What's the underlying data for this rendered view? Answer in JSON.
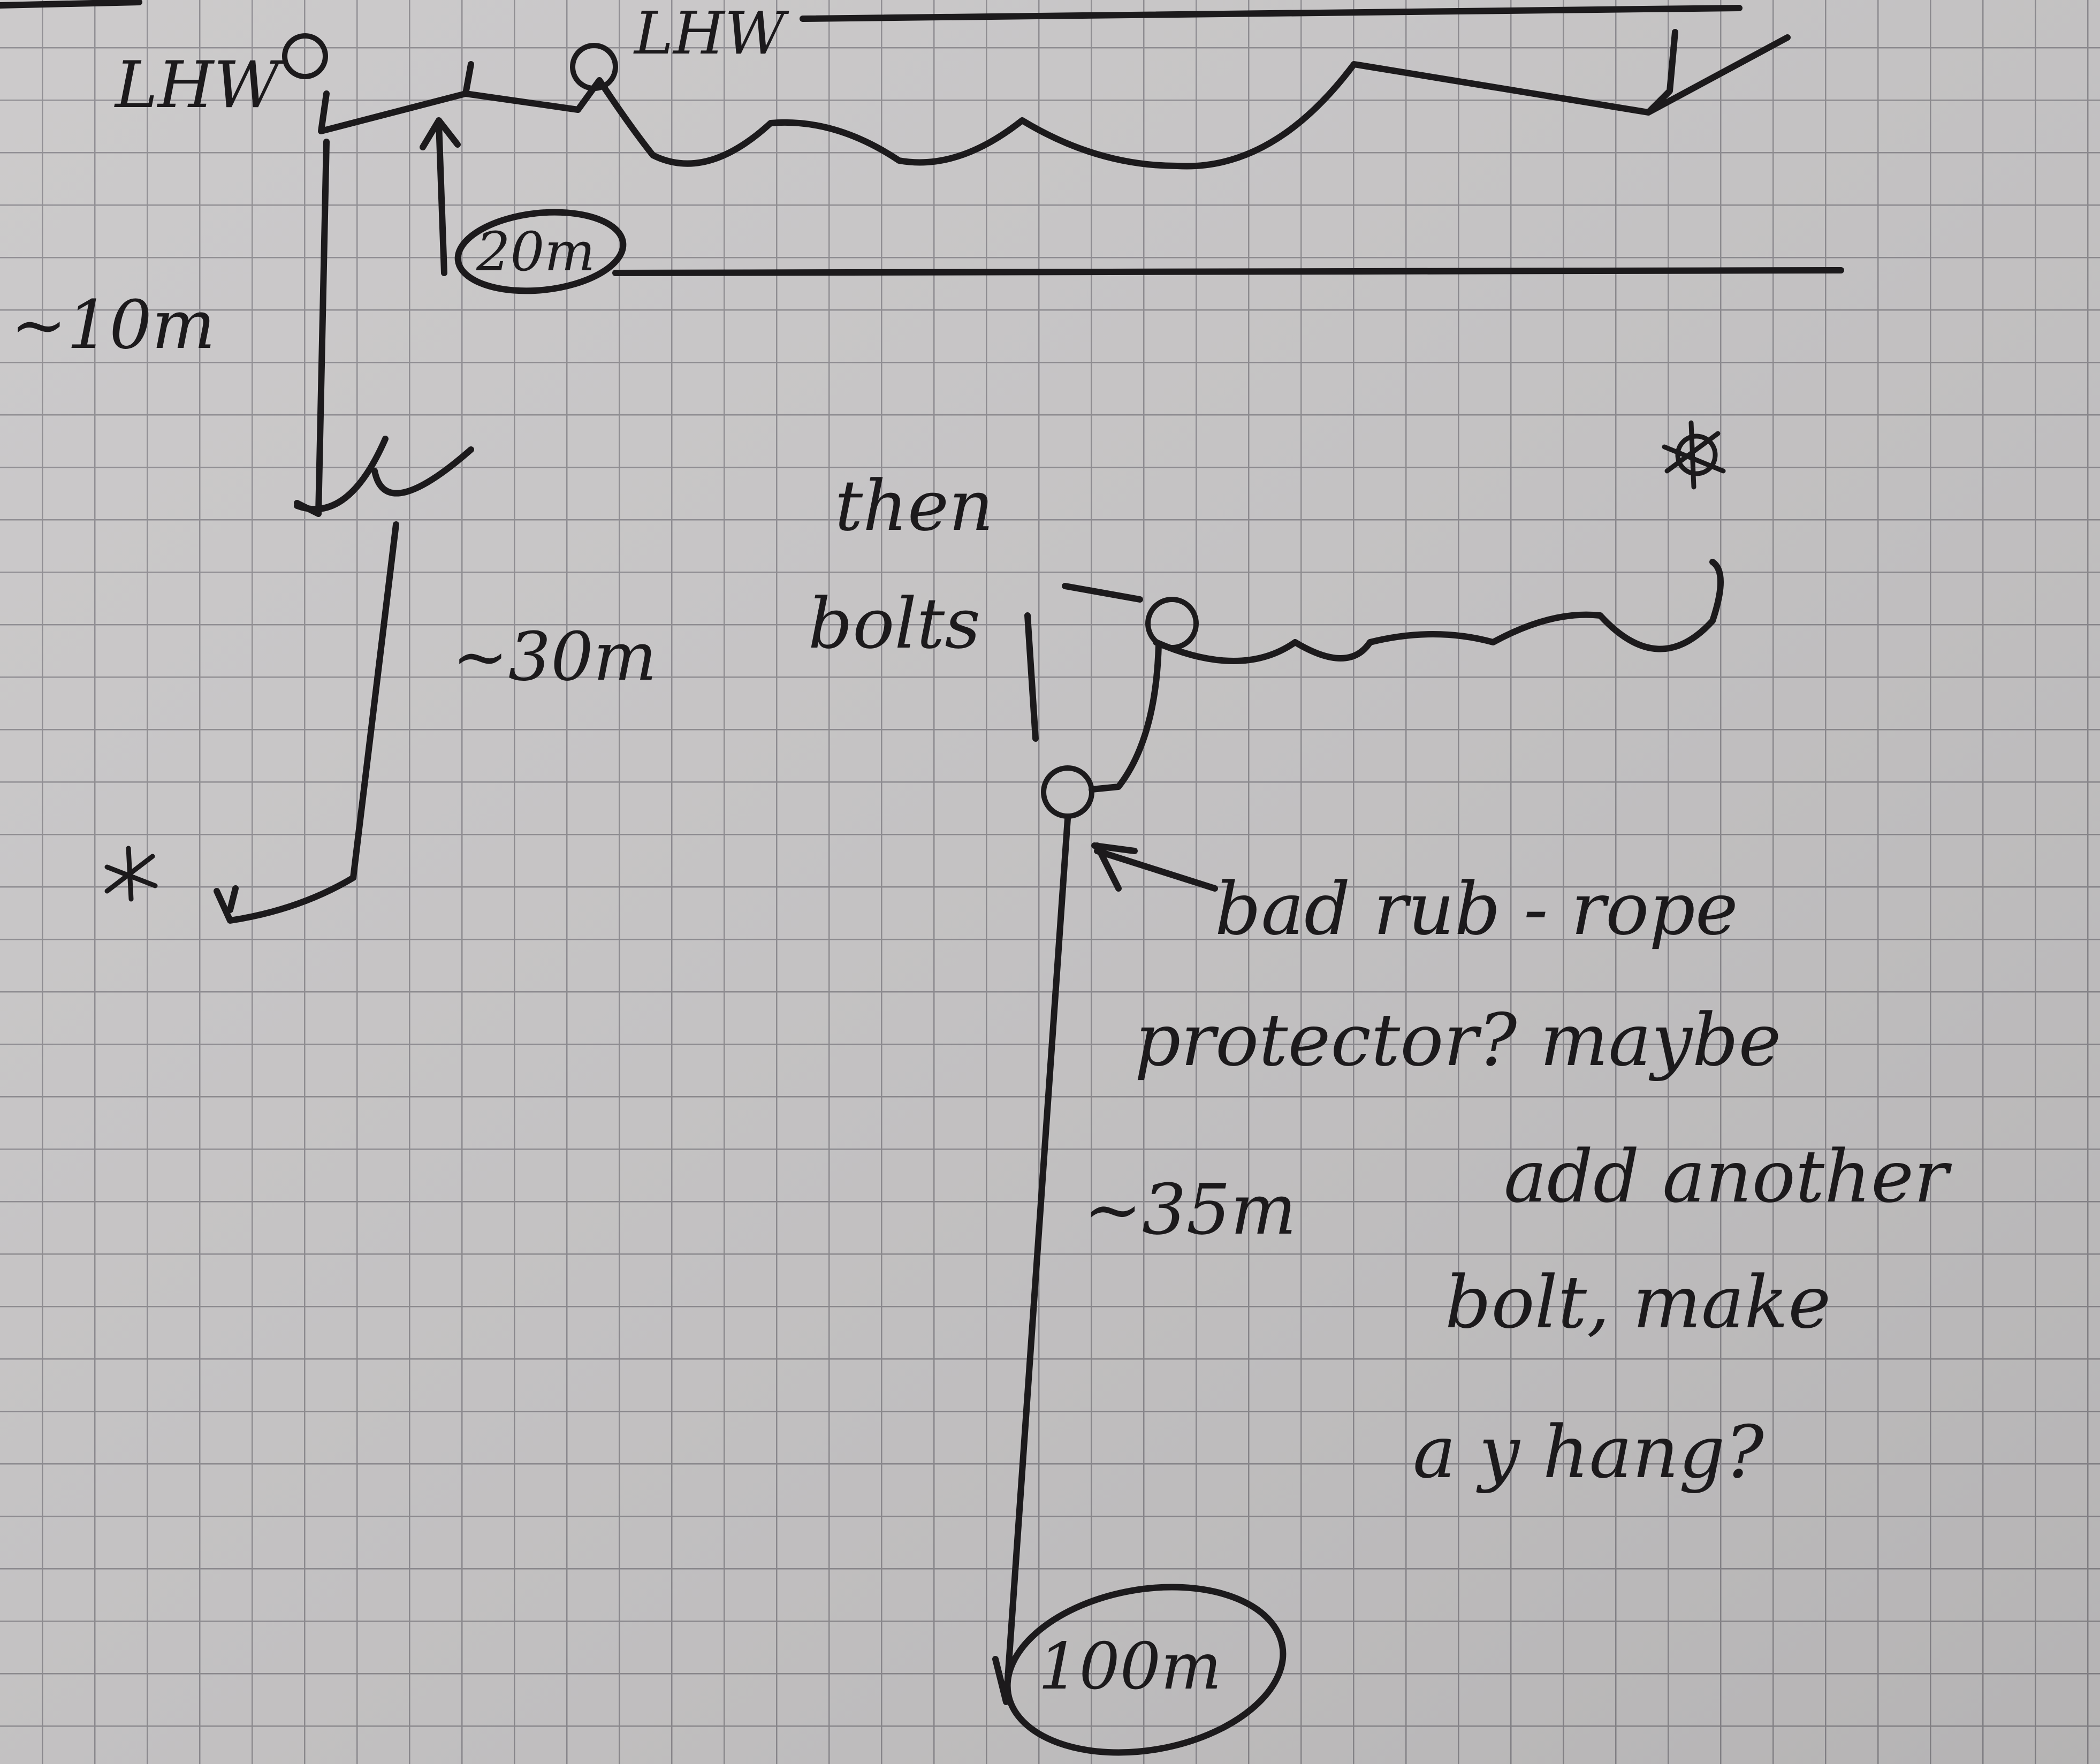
{
  "sheet": {
    "paper_color": "#c9c7c8",
    "grid_color": "#8c8a8f",
    "ink_color": "#1c1a1c"
  },
  "labels": {
    "lhw_left": "LHW",
    "lhw_right": "LHW",
    "len_20m": "20m",
    "len_10m": "~10m",
    "len_30m": "~30m",
    "then": "then",
    "bolts": "bolts",
    "len_35m": "~35m",
    "len_100m": "100m"
  },
  "note": {
    "line1": "bad rub - rope",
    "line2": "protector? maybe",
    "line3": "add another",
    "line4": "bolt, make",
    "line5": "a y hang?"
  }
}
